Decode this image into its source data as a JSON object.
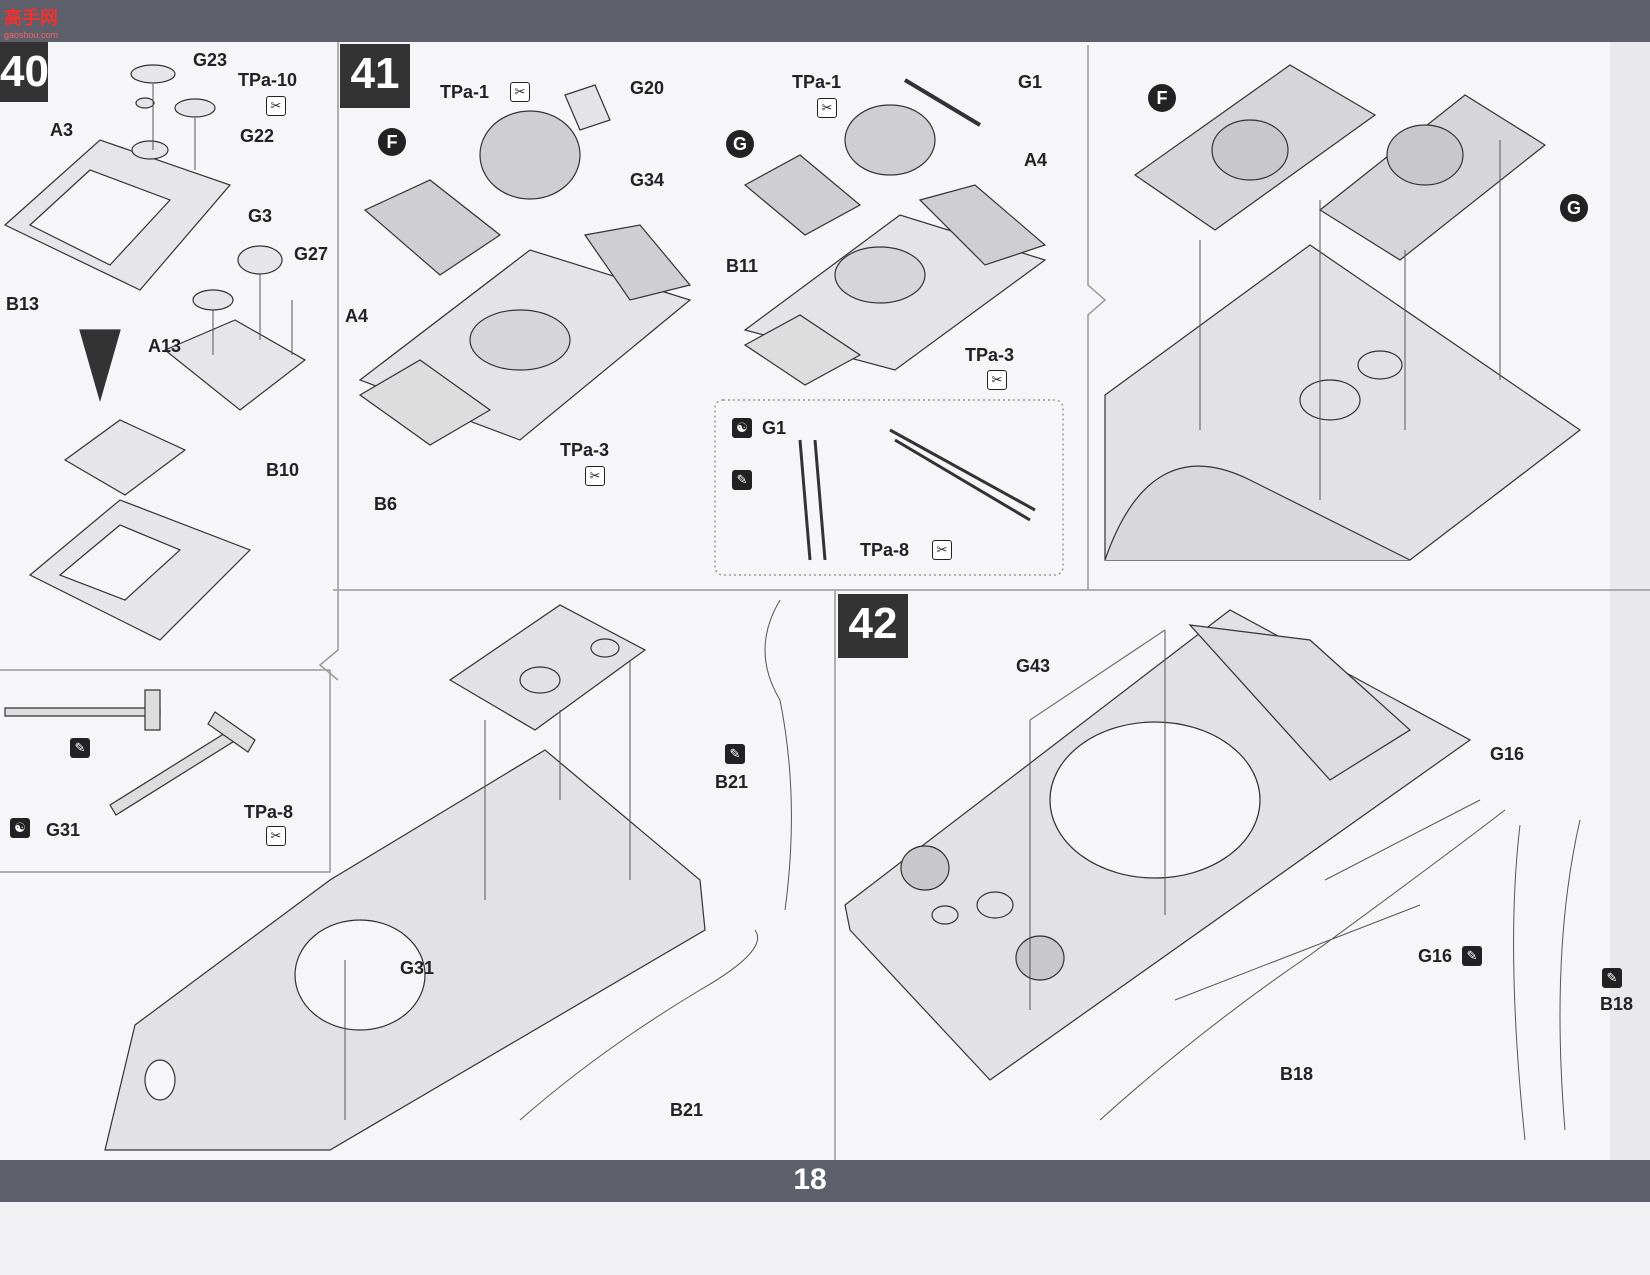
{
  "page_number": "18",
  "watermark": {
    "title": "高手网",
    "url": "gaoshou.com"
  },
  "steps": {
    "s40": "40",
    "s41": "41",
    "s42": "42"
  },
  "labels": {
    "p40": [
      "G23",
      "TPa-10",
      "A3",
      "G22",
      "B13",
      "G3",
      "G27",
      "A13",
      "B10",
      "G31",
      "TPa-8"
    ],
    "p41": [
      "TPa-1",
      "G20",
      "G34",
      "A4",
      "B6",
      "TPa-3",
      "TPa-1",
      "G1",
      "A4",
      "B11",
      "TPa-3",
      "G1",
      "TPa-8"
    ],
    "p41b": [
      "G31",
      "B21",
      "B21"
    ],
    "p42": [
      "G43",
      "G16",
      "G16",
      "B18",
      "B18"
    ]
  },
  "markers": {
    "f": "F",
    "g": "G"
  },
  "icons": {
    "cement": "cement-icon",
    "remove": "cut-icon",
    "yinyang": "yinyang-icon"
  }
}
